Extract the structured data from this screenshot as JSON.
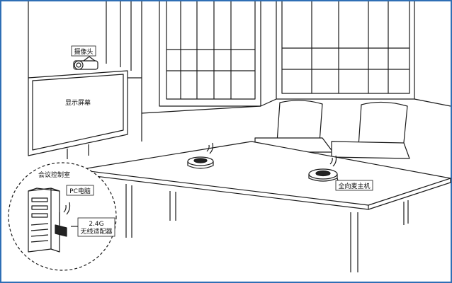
{
  "labels": {
    "camera": "摄像头",
    "display": "显示屏幕",
    "control_room": "会议控制室",
    "pc": "PC电脑",
    "adapter_line1": "2.4G",
    "adapter_line2": "无线适配器",
    "main_unit": "全向麦主机"
  },
  "colors": {
    "line": "#1a1a1a",
    "frame_border": "#2f6fb5",
    "label_box": "#ffffff"
  },
  "icons": [
    "camera-icon",
    "wifi-icon",
    "microphone-icon",
    "pc-tower-icon",
    "usb-adapter-icon"
  ]
}
